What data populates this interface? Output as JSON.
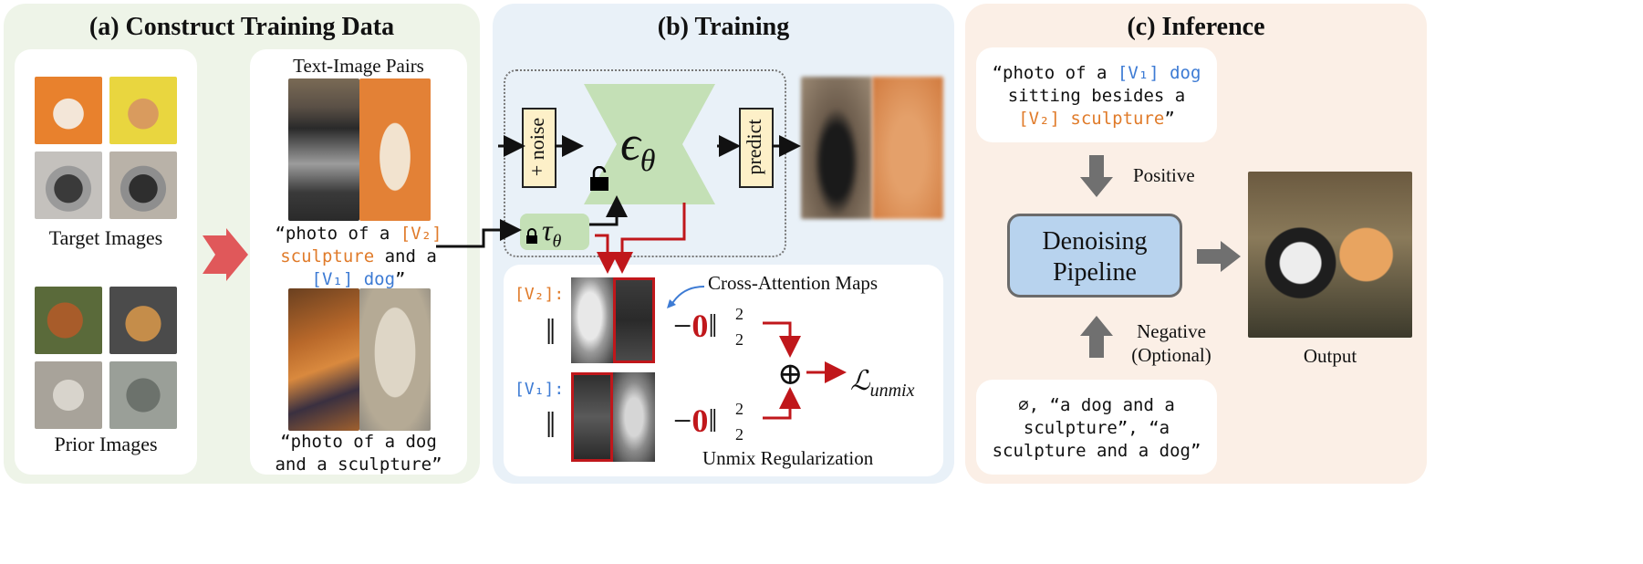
{
  "panels": {
    "a": {
      "title": "(a) Construct Training Data",
      "target_caption": "Target Images",
      "prior_caption": "Prior Images",
      "pairs_title": "Text-Image Pairs",
      "prompt1": {
        "l1_pre": "“photo of a ",
        "l1_tok": "[V₂]",
        "l2_tok": "sculpture",
        "l2_post": " and a",
        "l3_tok": "[V₁] dog",
        "l3_post": "”"
      },
      "prompt2": {
        "l1": "“photo of a dog",
        "l2": "and a sculpture”"
      }
    },
    "b": {
      "title": "(b) Training",
      "noise_label": "+ noise",
      "predict_label": "predict",
      "unet_symbol": "ϵ",
      "unet_sub": "θ",
      "text_encoder_symbol": "τ",
      "text_encoder_sub": "θ",
      "v2_label": "[V₂]:",
      "v1_label": "[V₁]:",
      "cross_attention_label": "Cross-Attention Maps",
      "norm_open": "‖",
      "minus_zero_pre": "−",
      "zero": "0",
      "norm_close": "‖",
      "sup": "2",
      "sub": "2",
      "plus": "⊕",
      "loss_script": "ℒ",
      "loss_sub": "unmix",
      "unmix_label": "Unmix Regularization"
    },
    "c": {
      "title": "(c) Inference",
      "prompt_pos": {
        "l1_pre": "“photo of a ",
        "l1_tok": "[V₁] dog",
        "l2": "sitting besides a",
        "l3_tok": "[V₂] sculpture",
        "l3_post": "”"
      },
      "positive_label": "Positive",
      "negative_label_1": "Negative",
      "negative_label_2": "(Optional)",
      "pipeline_1": "Denoising",
      "pipeline_2": "Pipeline",
      "output_label": "Output",
      "prompt_neg": {
        "l1": "∅, “a dog and a",
        "l2": "sculpture”, “a",
        "l3": "sculpture and a dog”"
      }
    }
  },
  "colors": {
    "panel_a_bg": "#eef4e8",
    "panel_b_bg": "#e9f1f8",
    "panel_c_bg": "#fbefe6",
    "unet_green": "#c4e0b6",
    "token_orange": "#e07b2a",
    "token_blue": "#3d7bd4",
    "highlight_red": "#c0171b",
    "pipeline_blue": "#b8d3ee",
    "big_arrow_red": "#e0585a"
  }
}
